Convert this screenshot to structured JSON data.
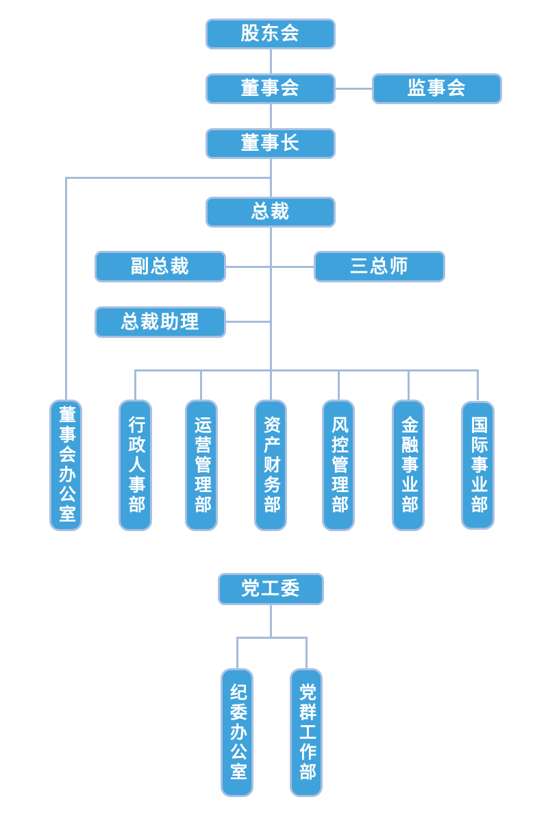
{
  "diagram": {
    "type": "org-chart",
    "language": "zh-CN"
  },
  "colors": {
    "box_fill": "#3FA2DB",
    "box_border": "#A8C0E2",
    "connector": "#A3BCD9",
    "text": "#FFFFFF",
    "background": "#FFFFFF"
  },
  "nodes": {
    "shareholders": "股东会",
    "board": "董事会",
    "supervisory": "监事会",
    "chairman": "董事长",
    "president": "总裁",
    "vice_president": "副总裁",
    "three_chiefs": "三总师",
    "president_assistant": "总裁助理",
    "board_office": "董事会办公室",
    "admin_hr": "行政人事部",
    "operations": "运营管理部",
    "asset_finance": "资产财务部",
    "risk_control": "风控管理部",
    "financial_business": "金融事业部",
    "international_business": "国际事业部",
    "party_committee": "党工委",
    "discipline_office": "纪委办公室",
    "party_mass_work": "党群工作部"
  },
  "edges": [
    {
      "from": "股东会",
      "to": "董事会"
    },
    {
      "from": "董事会",
      "to": "监事会",
      "style": "lateral"
    },
    {
      "from": "董事会",
      "to": "董事长"
    },
    {
      "from": "董事长",
      "to": "总裁"
    },
    {
      "from": "董事长",
      "to": "董事会办公室"
    },
    {
      "from": "总裁",
      "to": "副总裁",
      "style": "lateral"
    },
    {
      "from": "总裁",
      "to": "三总师",
      "style": "lateral"
    },
    {
      "from": "总裁",
      "to": "总裁助理",
      "style": "lateral"
    },
    {
      "from": "总裁",
      "to": "行政人事部"
    },
    {
      "from": "总裁",
      "to": "运营管理部"
    },
    {
      "from": "总裁",
      "to": "资产财务部"
    },
    {
      "from": "总裁",
      "to": "风控管理部"
    },
    {
      "from": "总裁",
      "to": "金融事业部"
    },
    {
      "from": "总裁",
      "to": "国际事业部"
    },
    {
      "from": "党工委",
      "to": "纪委办公室"
    },
    {
      "from": "党工委",
      "to": "党群工作部"
    }
  ]
}
